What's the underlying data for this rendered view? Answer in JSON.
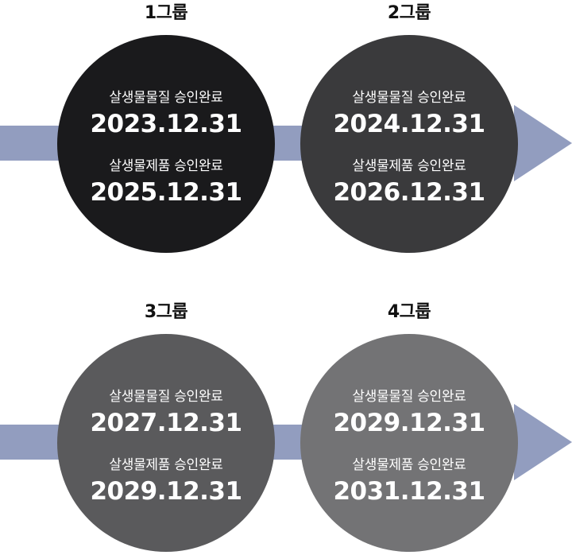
{
  "groups": [
    {
      "label": "1그룹",
      "color": "#1a1a1c",
      "items": [
        {
          "text": "살생물물질 승인완료",
          "date": "2023.12.31"
        },
        {
          "text": "살생물제품 승인완료",
          "date": "2025.12.31"
        }
      ]
    },
    {
      "label": "2그룹",
      "color": "#3a3a3c",
      "items": [
        {
          "text": "살생물물질 승인완료",
          "date": "2024.12.31"
        },
        {
          "text": "살생물제품 승인완료",
          "date": "2026.12.31"
        }
      ]
    },
    {
      "label": "3그룹",
      "color": "#5a5a5c",
      "items": [
        {
          "text": "살생물물질 승인완료",
          "date": "2027.12.31"
        },
        {
          "text": "살생물제품 승인완료",
          "date": "2029.12.31"
        }
      ]
    },
    {
      "label": "4그룹",
      "color": "#737375",
      "items": [
        {
          "text": "살생물물질 승인완료",
          "date": "2029.12.31"
        },
        {
          "text": "살생물제품 승인완료",
          "date": "2031.12.31"
        }
      ]
    }
  ],
  "arrow_color": "#929dbf"
}
